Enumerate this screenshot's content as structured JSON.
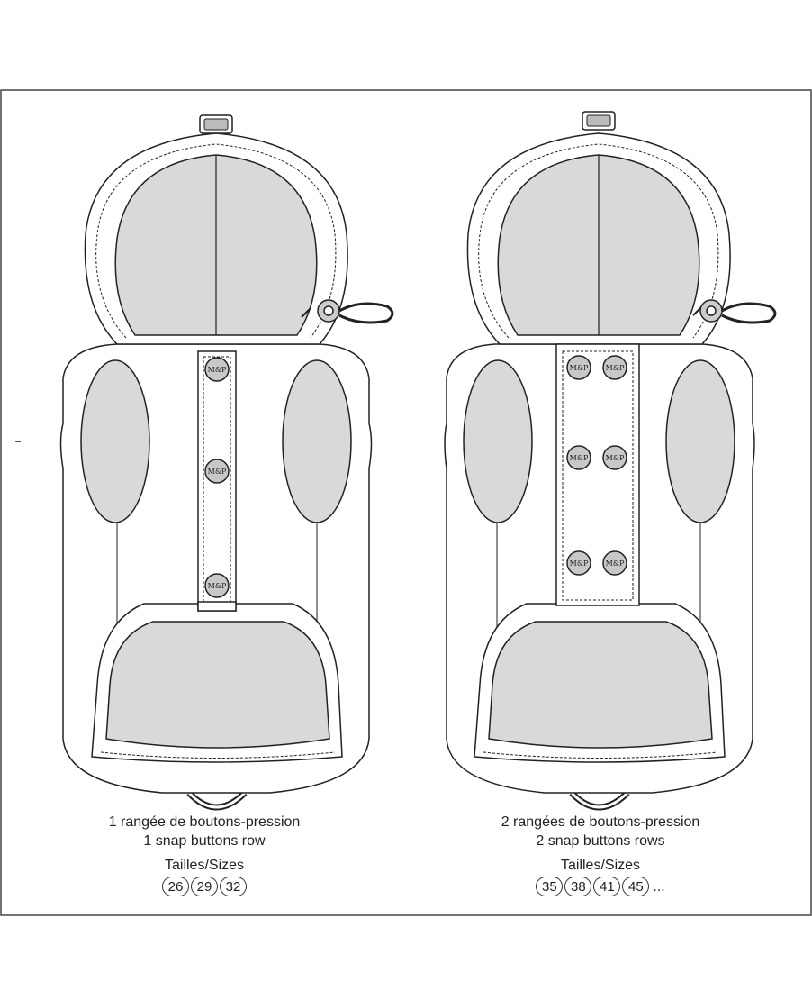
{
  "left_vest": {
    "line1": "1 rangée de boutons-pression",
    "line2": "1 snap buttons row",
    "sizes_label": "Tailles/Sizes",
    "sizes": [
      "26",
      "29",
      "32"
    ]
  },
  "right_vest": {
    "line1": "2 rangées de boutons-pression",
    "line2": "2 snap buttons rows",
    "sizes_label": "Tailles/Sizes",
    "sizes": [
      "35",
      "38",
      "41",
      "45"
    ],
    "more": "..."
  },
  "snap_label": "M&P",
  "colors": {
    "outline": "#222222",
    "panel_fill": "#d9d9d9",
    "snap_fill": "#c8c8c8",
    "background": "#ffffff"
  }
}
